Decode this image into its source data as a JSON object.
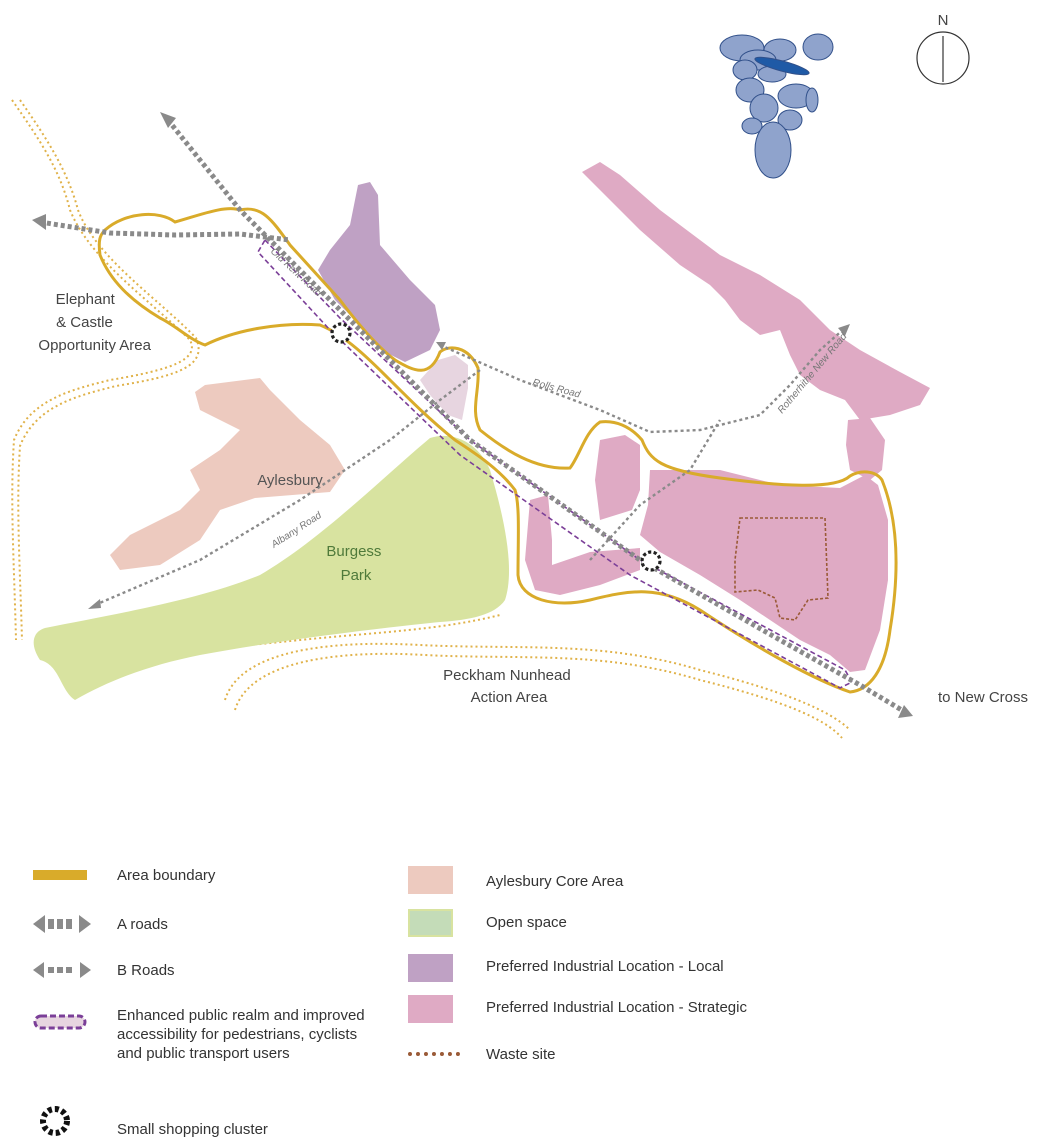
{
  "map": {
    "north_label": "N",
    "labels": {
      "elephant": [
        "Elephant",
        "& Castle",
        "Opportunity Area"
      ],
      "aylesbury": "Aylesbury",
      "burgess": [
        "Burgess",
        "Park"
      ],
      "peckham": [
        "Peckham Nunhead",
        "Action Area"
      ],
      "new_cross": "to New Cross"
    },
    "streets": {
      "old_kent_road": "Old Kent Road",
      "rolls_road": "Rolls Road",
      "rotherhithe": "Rotherhithe New Road",
      "albany_road": "Albany Road"
    },
    "colors": {
      "boundary": "#d9ab2a",
      "roads": "#8a8a8a",
      "aylesbury": "#edcabf",
      "open_space": "#d8e3a0",
      "industrial_local": "#bfa1c4",
      "industrial_strategic": "#dfaac4",
      "waste": "#9a5a37",
      "public_realm": "#7b3f98",
      "keymap": "#8fa3cc"
    }
  },
  "legend": {
    "left": [
      {
        "id": "area-boundary",
        "label": "Area boundary",
        "icon": "area-boundary-line"
      },
      {
        "id": "a-roads",
        "label": "A roads",
        "icon": "a-road-arrow"
      },
      {
        "id": "b-roads",
        "label": "B Roads",
        "icon": "b-road-arrow"
      },
      {
        "id": "public-realm",
        "label": "Enhanced public realm and improved accessibility for pedestrians, cyclists and public transport users",
        "icon": "public-realm-pill"
      },
      {
        "id": "shopping",
        "label": "Small shopping cluster",
        "icon": "shopping-cluster-ring"
      }
    ],
    "right": [
      {
        "id": "aylesbury-core",
        "label": "Aylesbury Core Area",
        "icon": "aylesbury-swatch"
      },
      {
        "id": "open-space",
        "label": "Open space",
        "icon": "open-space-swatch"
      },
      {
        "id": "pil-local",
        "label": "Preferred Industrial Location - Local",
        "icon": "industrial-local-swatch"
      },
      {
        "id": "pil-strategic",
        "label": "Preferred Industrial Location -  Strategic",
        "icon": "industrial-strategic-swatch"
      },
      {
        "id": "waste-site",
        "label": "Waste site",
        "icon": "waste-site-line"
      }
    ]
  }
}
